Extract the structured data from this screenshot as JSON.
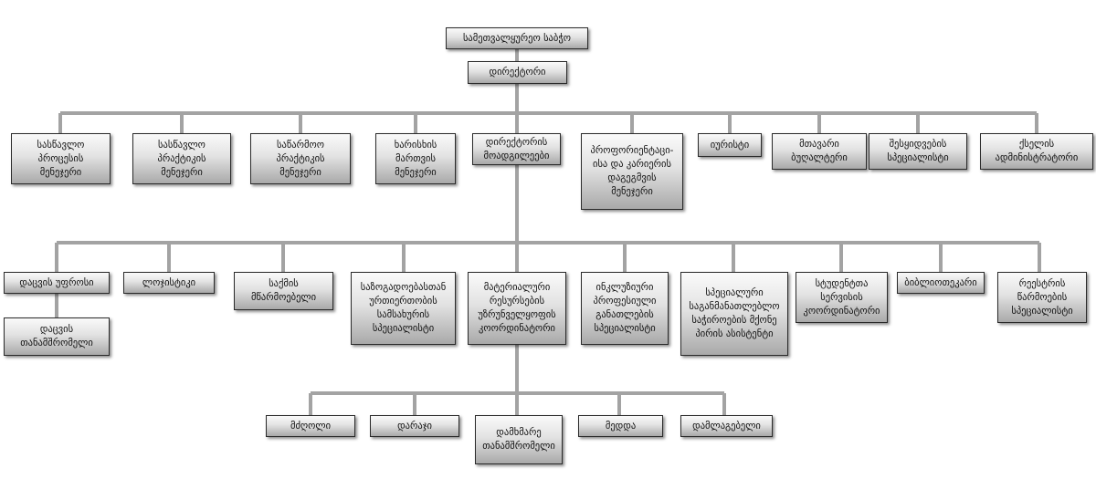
{
  "root": "სამეთვალყურეო საბჭო",
  "director": "დირექტორი",
  "level1": [
    "სასწავლო\nპროცესის\nმენეჯერი",
    "სასწავლო\nპრაქტიკის\nმენეჯერი",
    "საწარმოო\nპრაქტიკის\nმენეჯერი",
    "ხარისხის\nმართვის\nმენეჯერი",
    "დირექტორის\nმოადგილეები",
    "პროფორიენტაცი-\nისა და კარიერის\nდაგეგმვის\nმენეჯერი",
    "იურისტი",
    "მთავარი\nბუღალტერი",
    "შესყიდვების\nსპეციალისტი",
    "ქსელის\nადმინისტრატორი"
  ],
  "level2": [
    "დაცვის უფროსი",
    "ლოჯისტიკი",
    "საქმის\nმწარმოებელი",
    "საზოგადოებასთან\nურთიერთობის\nსამსახურის\nსპეციალისტი",
    "მატერიალური\nრესურსების\nუზრუნველყოფის\nკოორდინატორი",
    "ინკლუზიური\nპროფესიული\nგანათლების\nსპეციალისტი",
    "სპეციალური\nსაგანმანათლებლო\nსაჭიროების მქონე\nპირის ასისტენტი",
    "სტუდენტთა\nსერვისის\nკოორდინატორი",
    "ბიბლიოთეკარი",
    "რეესტრის\nწარმოების\nსპეციალისტი"
  ],
  "security_staff": "დაცვის\nთანამშრომელი",
  "level3": [
    "მძღოლი",
    "დარაჯი",
    "დამხმარე\nთანამშრომელი",
    "მედდა",
    "დამლაგებელი"
  ]
}
